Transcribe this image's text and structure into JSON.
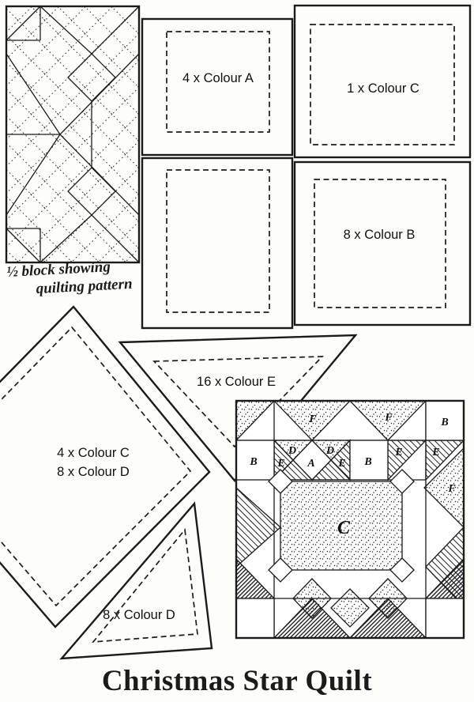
{
  "page": {
    "title": "Christmas Star Quilt"
  },
  "quilting_block": {
    "caption_line1": "½ block showing",
    "caption_line2": "quilting pattern"
  },
  "templates": {
    "colour_a": "4 x Colour A",
    "colour_c": "1 x Colour C",
    "colour_b": "8 x Colour B",
    "colour_e": "16 x Colour E",
    "colour_cd_line1": "4 x Colour C",
    "colour_cd_line2": "8 x Colour D",
    "colour_d": "8 x Colour D"
  },
  "block_labels": {
    "f1": "F",
    "f2": "F",
    "f3": "F",
    "b1": "B",
    "b2": "B",
    "b3": "B",
    "e1": "E",
    "e2": "E",
    "e3": "E",
    "e4": "E",
    "d1": "D",
    "d2": "D",
    "a1": "A",
    "c1": "C"
  },
  "colors": {
    "ink": "#1b1b1b",
    "paper": "#fdfdfa"
  }
}
